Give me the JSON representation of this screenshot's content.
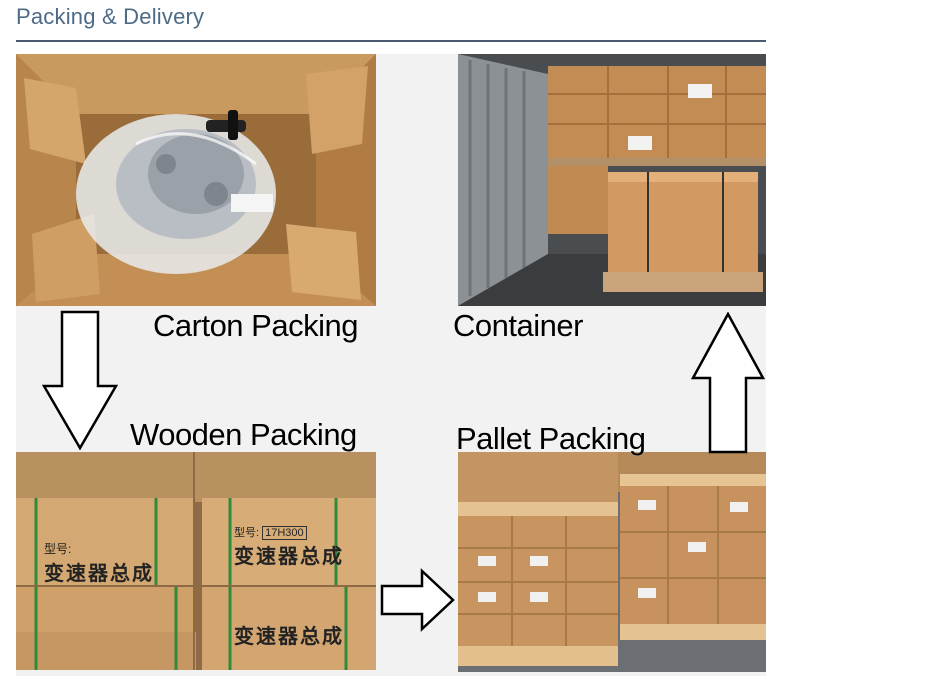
{
  "section": {
    "title": "Packing & Delivery"
  },
  "steps": {
    "carton": {
      "label": "Carton Packing"
    },
    "container": {
      "label": "Container"
    },
    "wooden": {
      "label": "Wooden Packing"
    },
    "pallet": {
      "label": "Pallet Packing"
    }
  },
  "crate_marks": {
    "model_prefix": "型号:",
    "model_code": "17H300",
    "product_name": "变速器总成"
  },
  "colors": {
    "heading": "#4d6b86",
    "rule": "#4a5a70",
    "cardboard": "#c9955b",
    "wood": "#d9b07a",
    "background": "#f2f2f2"
  }
}
